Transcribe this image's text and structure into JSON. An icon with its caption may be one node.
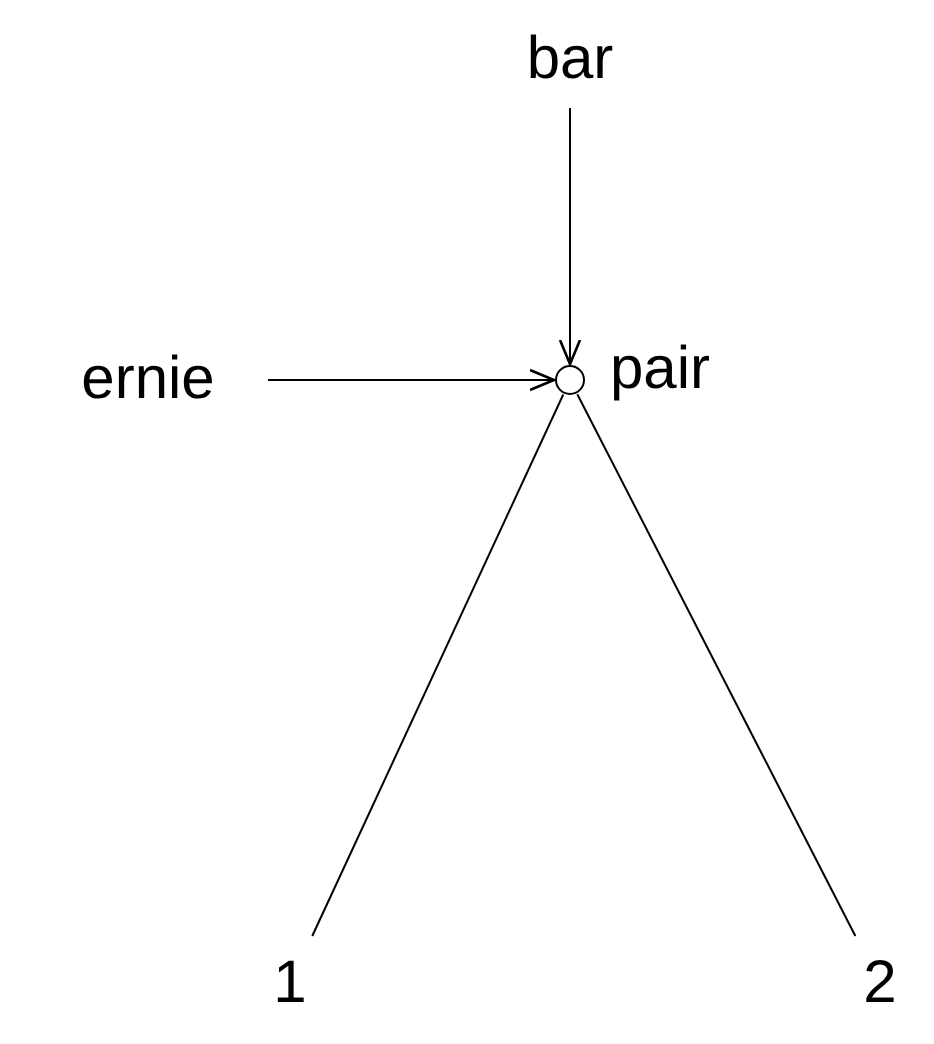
{
  "diagram": {
    "nodes": [
      {
        "text": [
          "bar"
        ]
      },
      {
        "text": [
          "ernie"
        ]
      },
      {
        "text": [],
        "shape": "circle",
        "beside": [
          "pair"
        ]
      },
      {
        "text": [
          "1"
        ]
      },
      {
        "text": [
          "2"
        ]
      }
    ],
    "edges": [
      {
        "from": 0,
        "to": 2,
        "arrow": "to"
      },
      {
        "from": 1,
        "to": 2,
        "arrow": "to"
      },
      {
        "from": 2,
        "to": 3,
        "arrow": "none"
      },
      {
        "from": 2,
        "to": 4,
        "arrow": "none"
      }
    ]
  }
}
